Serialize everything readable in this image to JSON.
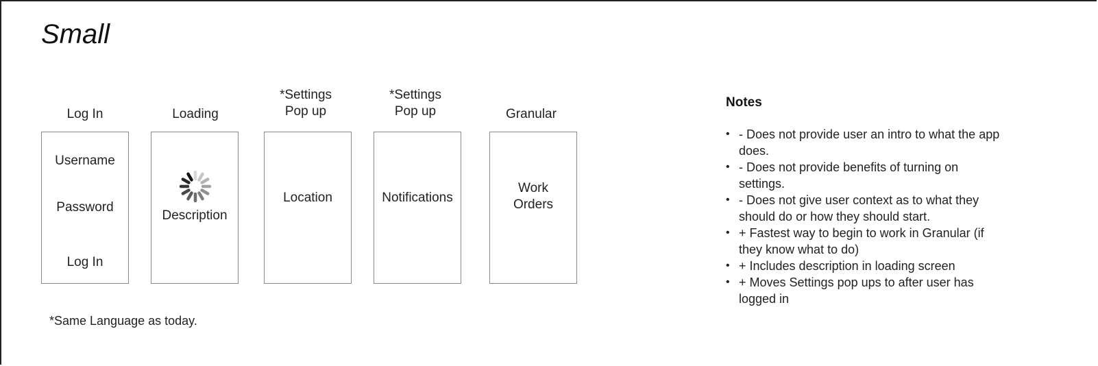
{
  "title": "Small",
  "screens": [
    {
      "label": "Log In",
      "lines": [
        "Username",
        "Password",
        "Log In"
      ]
    },
    {
      "label": "Loading",
      "lines": [
        "Description"
      ]
    },
    {
      "label": "*Settings\nPop up",
      "lines": [
        "Location"
      ]
    },
    {
      "label": "*Settings\nPop up",
      "lines": [
        "Notifications"
      ]
    },
    {
      "label": "Granular",
      "lines": [
        "Work\nOrders"
      ]
    }
  ],
  "footnote": "*Same Language as today.",
  "notes": {
    "title": "Notes",
    "items": [
      "- Does not provide user an intro to what the app does.",
      "- Does not provide benefits of turning on settings.",
      "- Does not give user context as to what they should do or how they should start.",
      "+ Fastest way to begin to work in Granular (if they know what to do)",
      "+ Includes description in loading screen",
      "+ Moves Settings pop ups to after user has logged in"
    ]
  }
}
